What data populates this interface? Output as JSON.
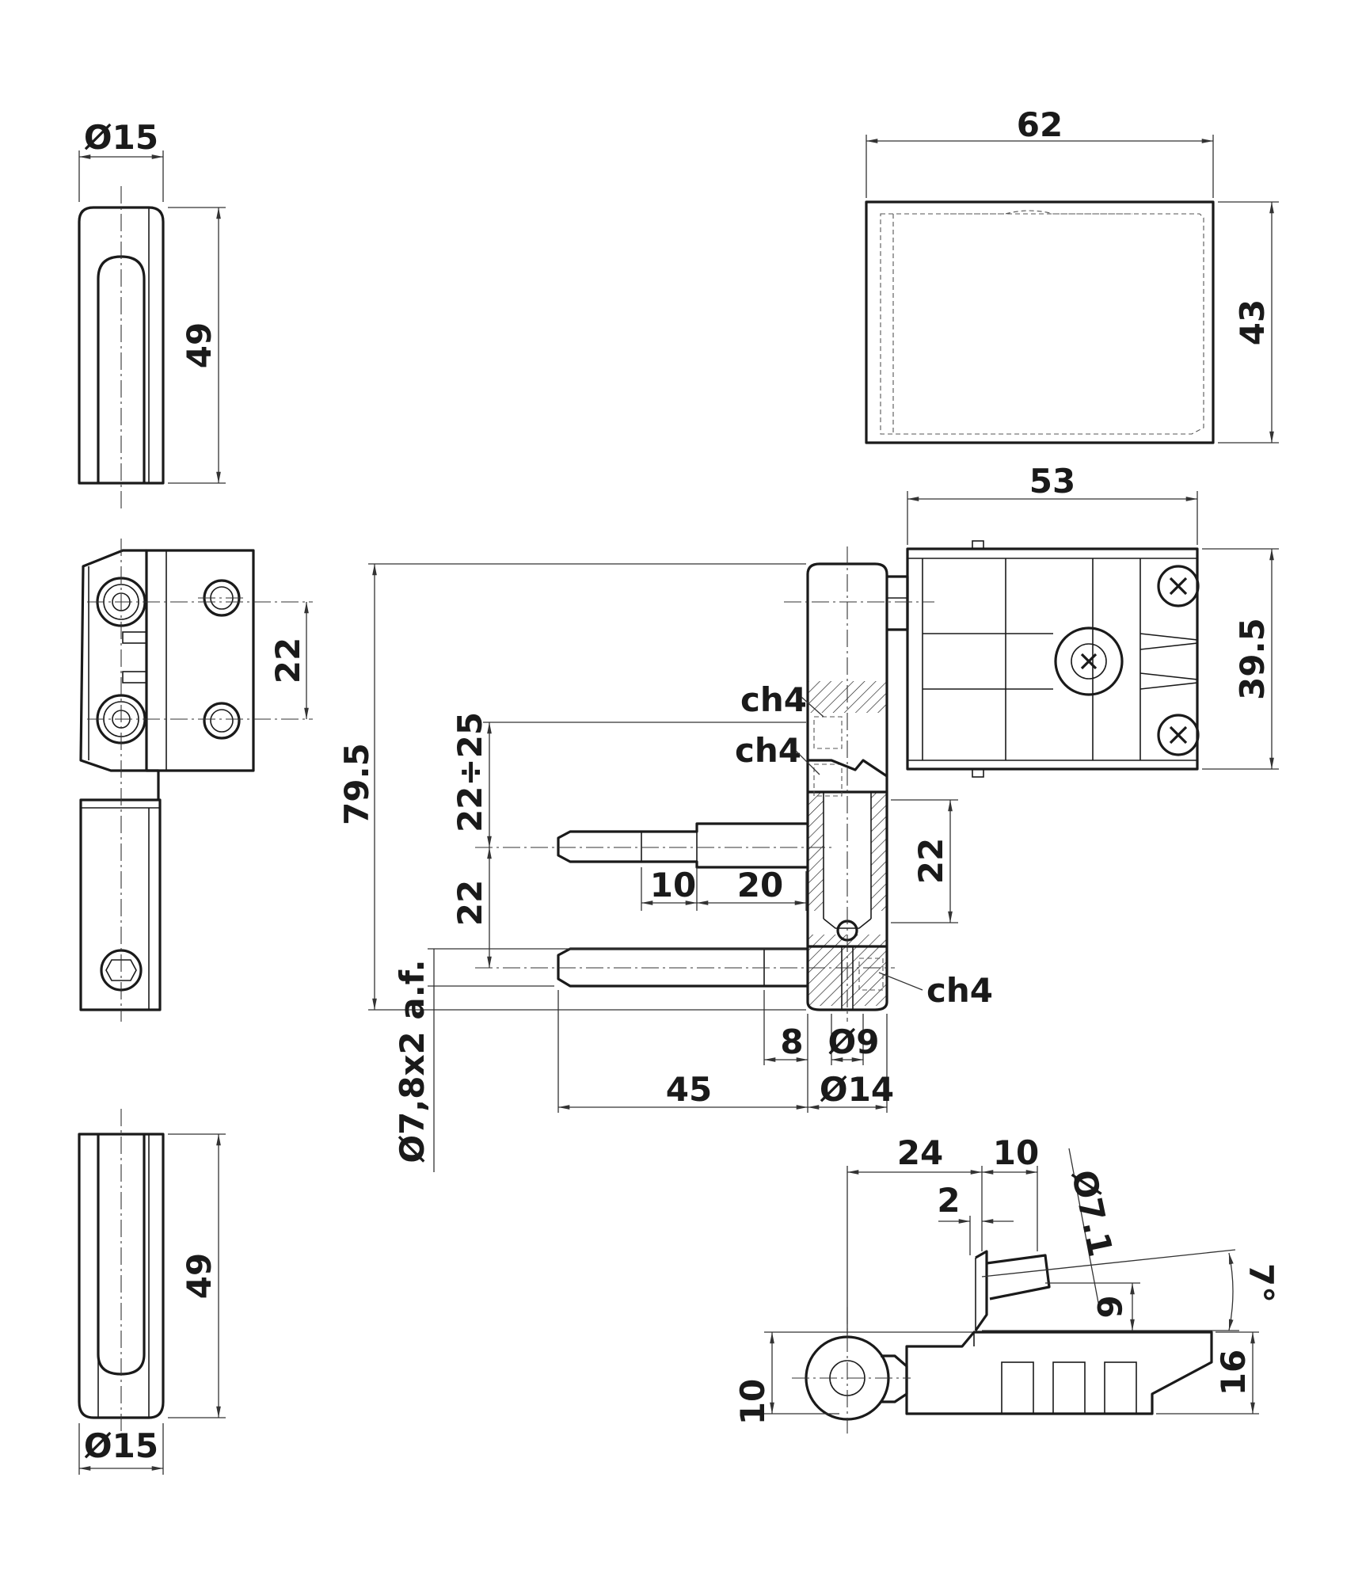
{
  "colors": {
    "line": "#1a1a1a",
    "dimension": "#333333",
    "background": "#ffffff"
  },
  "views": {
    "top_left": {
      "width": "Ø15",
      "height": "49"
    },
    "left_side": {
      "hole_spacing": "22"
    },
    "bottom_left": {
      "height": "49",
      "width": "Ø15"
    },
    "top_plate": {
      "width": "62",
      "height": "43"
    },
    "body": {
      "width": "53",
      "height": "39.5"
    },
    "front": {
      "overall_height": "79.5",
      "adjust_range": "22÷25",
      "pin_spacing": "22",
      "right_spacing": "22",
      "hex_top_1": "ch4",
      "hex_top_2": "ch4",
      "hex_bottom": "ch4",
      "seg_10": "10",
      "seg_20": "20",
      "bore_8": "8",
      "bore_d9": "Ø9",
      "pin_len_45": "45",
      "barrel_d14": "Ø14",
      "rod_spec": "Ø7,8x2 a.f."
    },
    "detail": {
      "d24": "24",
      "d10": "10",
      "d2": "2",
      "pin_d": "Ø7.1",
      "d6": "6",
      "angle": "7°",
      "d16": "16",
      "d10_left": "10"
    }
  }
}
